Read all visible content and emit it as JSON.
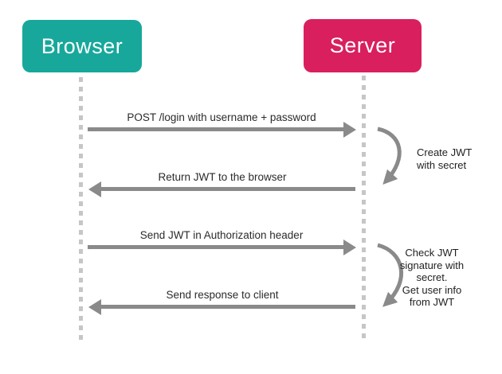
{
  "actors": [
    {
      "name": "Browser",
      "color": "#17a89b"
    },
    {
      "name": "Server",
      "color": "#d91f5e"
    }
  ],
  "messages": [
    {
      "label": "POST /login with username + password",
      "from": "Browser",
      "to": "Server",
      "direction": "right"
    },
    {
      "label": "Return JWT to the browser",
      "from": "Server",
      "to": "Browser",
      "direction": "left"
    },
    {
      "label": "Send JWT in Authorization header",
      "from": "Browser",
      "to": "Server",
      "direction": "right"
    },
    {
      "label": "Send response to client",
      "from": "Server",
      "to": "Browser",
      "direction": "left"
    }
  ],
  "annotations": [
    {
      "text": "Create JWT\nwith secret",
      "attached_to": "Server"
    },
    {
      "text": "Check JWT\nsignature with\nsecret.\nGet user info\nfrom JWT",
      "attached_to": "Server"
    }
  ],
  "colors": {
    "browser_box": "#17a89b",
    "server_box": "#d91f5e",
    "arrow": "#8a8a8a",
    "lifeline": "#c6c6c6",
    "label_text": "#2b2b2b",
    "background": "#ffffff"
  }
}
